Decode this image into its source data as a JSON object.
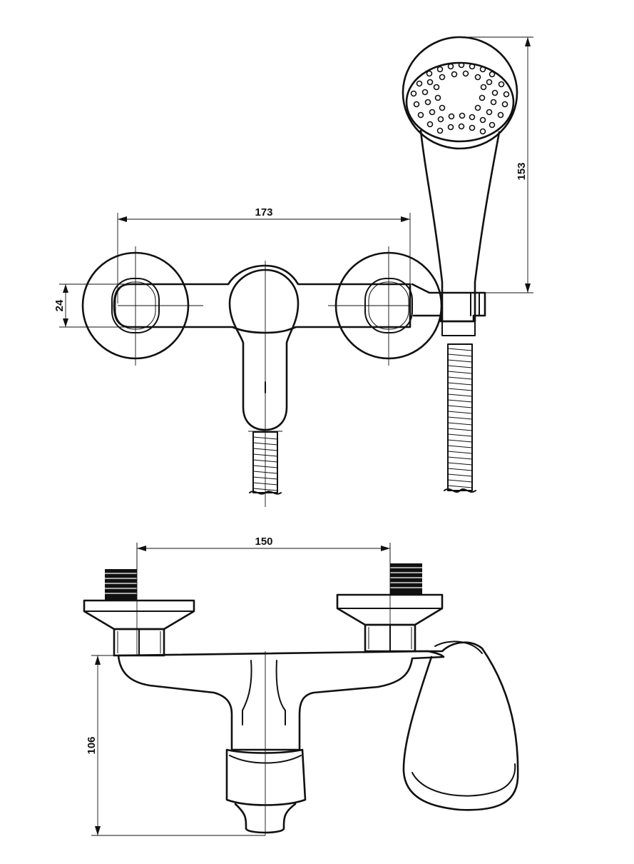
{
  "dimensions": {
    "inlet_spacing_top": "173",
    "inlet_spacing_bottom": "150",
    "handle_width": "24",
    "shower_head_height": "153",
    "mixer_height": "106"
  }
}
